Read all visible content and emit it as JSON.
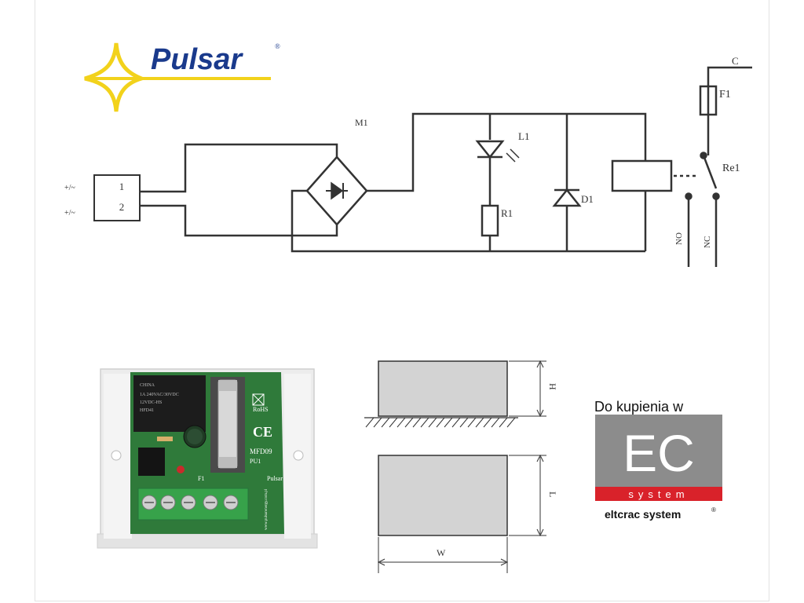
{
  "brand": {
    "name": "Pulsar",
    "registered": "®"
  },
  "circuit": {
    "input_pin_1": "1",
    "input_pin_2": "2",
    "input_label_1": "+/~",
    "input_label_2": "+/~",
    "module_label": "M1",
    "led_label": "L1",
    "resistor_label": "R1",
    "diode_label": "D1",
    "fuse_label": "F1",
    "relay_label": "Re1",
    "common_label": "C",
    "no_label": "NO",
    "nc_label": "NC"
  },
  "photo": {
    "relay_text_1": "CHINA",
    "relay_text_2": "1A 240VAC/30VDC",
    "relay_text_3": "12VDC-HS",
    "relay_text_4": "HFD41",
    "board_label": "MFD09",
    "board_sub": "PU1",
    "rohs": "RoHS",
    "ce": "CE",
    "fuse_label": "F1",
    "brand": "Pulsar",
    "url": "www.pulsarenergy.com.pl"
  },
  "dimensions": {
    "height_label": "H",
    "length_label": "L",
    "width_label": "W"
  },
  "seller": {
    "headline": "Do kupienia w",
    "logo": "EC",
    "band": "system",
    "name": "eltcrac system",
    "registered": "®"
  },
  "colors": {
    "pulsar_blue": "#1a3a8c",
    "pulsar_yellow": "#f2d21b",
    "ec_grey": "#8c8c8c",
    "ec_red": "#d9222a",
    "pcb_green": "#2f7a3a"
  }
}
